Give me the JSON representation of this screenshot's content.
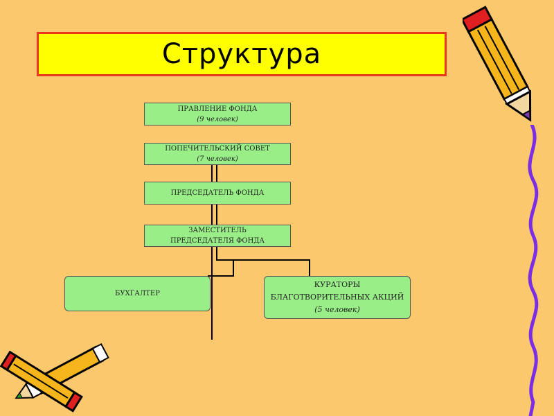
{
  "title": "Структура",
  "nodes": {
    "board": {
      "line1": "ПРАВЛЕНИЕ   ФОНДА",
      "line2": "(9 человек)"
    },
    "council": {
      "line1": "ПОПЕЧИТЕЛЬСКИЙ СОВЕТ",
      "line2": "(7 человек)"
    },
    "chairman": {
      "line1": "ПРЕДСЕДАТЕЛЬ ФОНДА"
    },
    "deputy": {
      "line1": "ЗАМЕСТИТЕЛЬ",
      "line2": "ПРЕДСЕДАТЕЛЯ ФОНДА"
    },
    "accountant": {
      "line1": "БУХГАЛТЕР"
    },
    "curators": {
      "line1": "КУРАТОРЫ",
      "line2": "БЛАГОТВОРИТЕЛЬНЫХ АКЦИЙ",
      "line3": "(5 человек)"
    }
  },
  "colors": {
    "background": "#fcc86e",
    "title_fill": "#ffff00",
    "title_border": "#e8391c",
    "node_fill": "#99ee88"
  },
  "decorations": [
    "pencil-icon",
    "crossed-pencils-icon",
    "squiggle-line"
  ]
}
